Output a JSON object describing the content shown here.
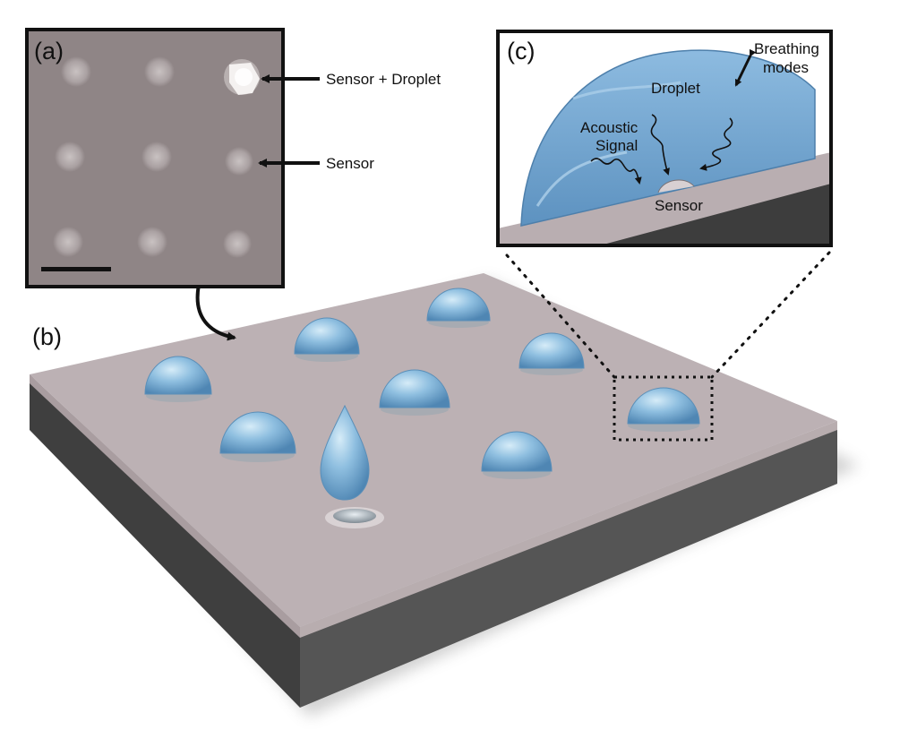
{
  "panels": {
    "a": {
      "label": "(a)"
    },
    "b": {
      "label": "(b)"
    },
    "c": {
      "label": "(c)"
    }
  },
  "callouts": {
    "sensor_droplet": "Sensor + Droplet",
    "sensor": "Sensor"
  },
  "inset": {
    "breathing_line1": "Breathing",
    "breathing_line2": "modes",
    "droplet": "Droplet",
    "acoustic_line1": "Acoustic",
    "acoustic_line2": "Signal",
    "sensor": "Sensor"
  },
  "colors": {
    "substrate_top": "#b9aeb1",
    "substrate_side": "#4a4a4a",
    "droplet": "#7fb0d6",
    "micrograph_bg": "#8f8586"
  },
  "micrograph": {
    "grid_rows": 3,
    "grid_cols": 3,
    "scale_bar": true
  }
}
